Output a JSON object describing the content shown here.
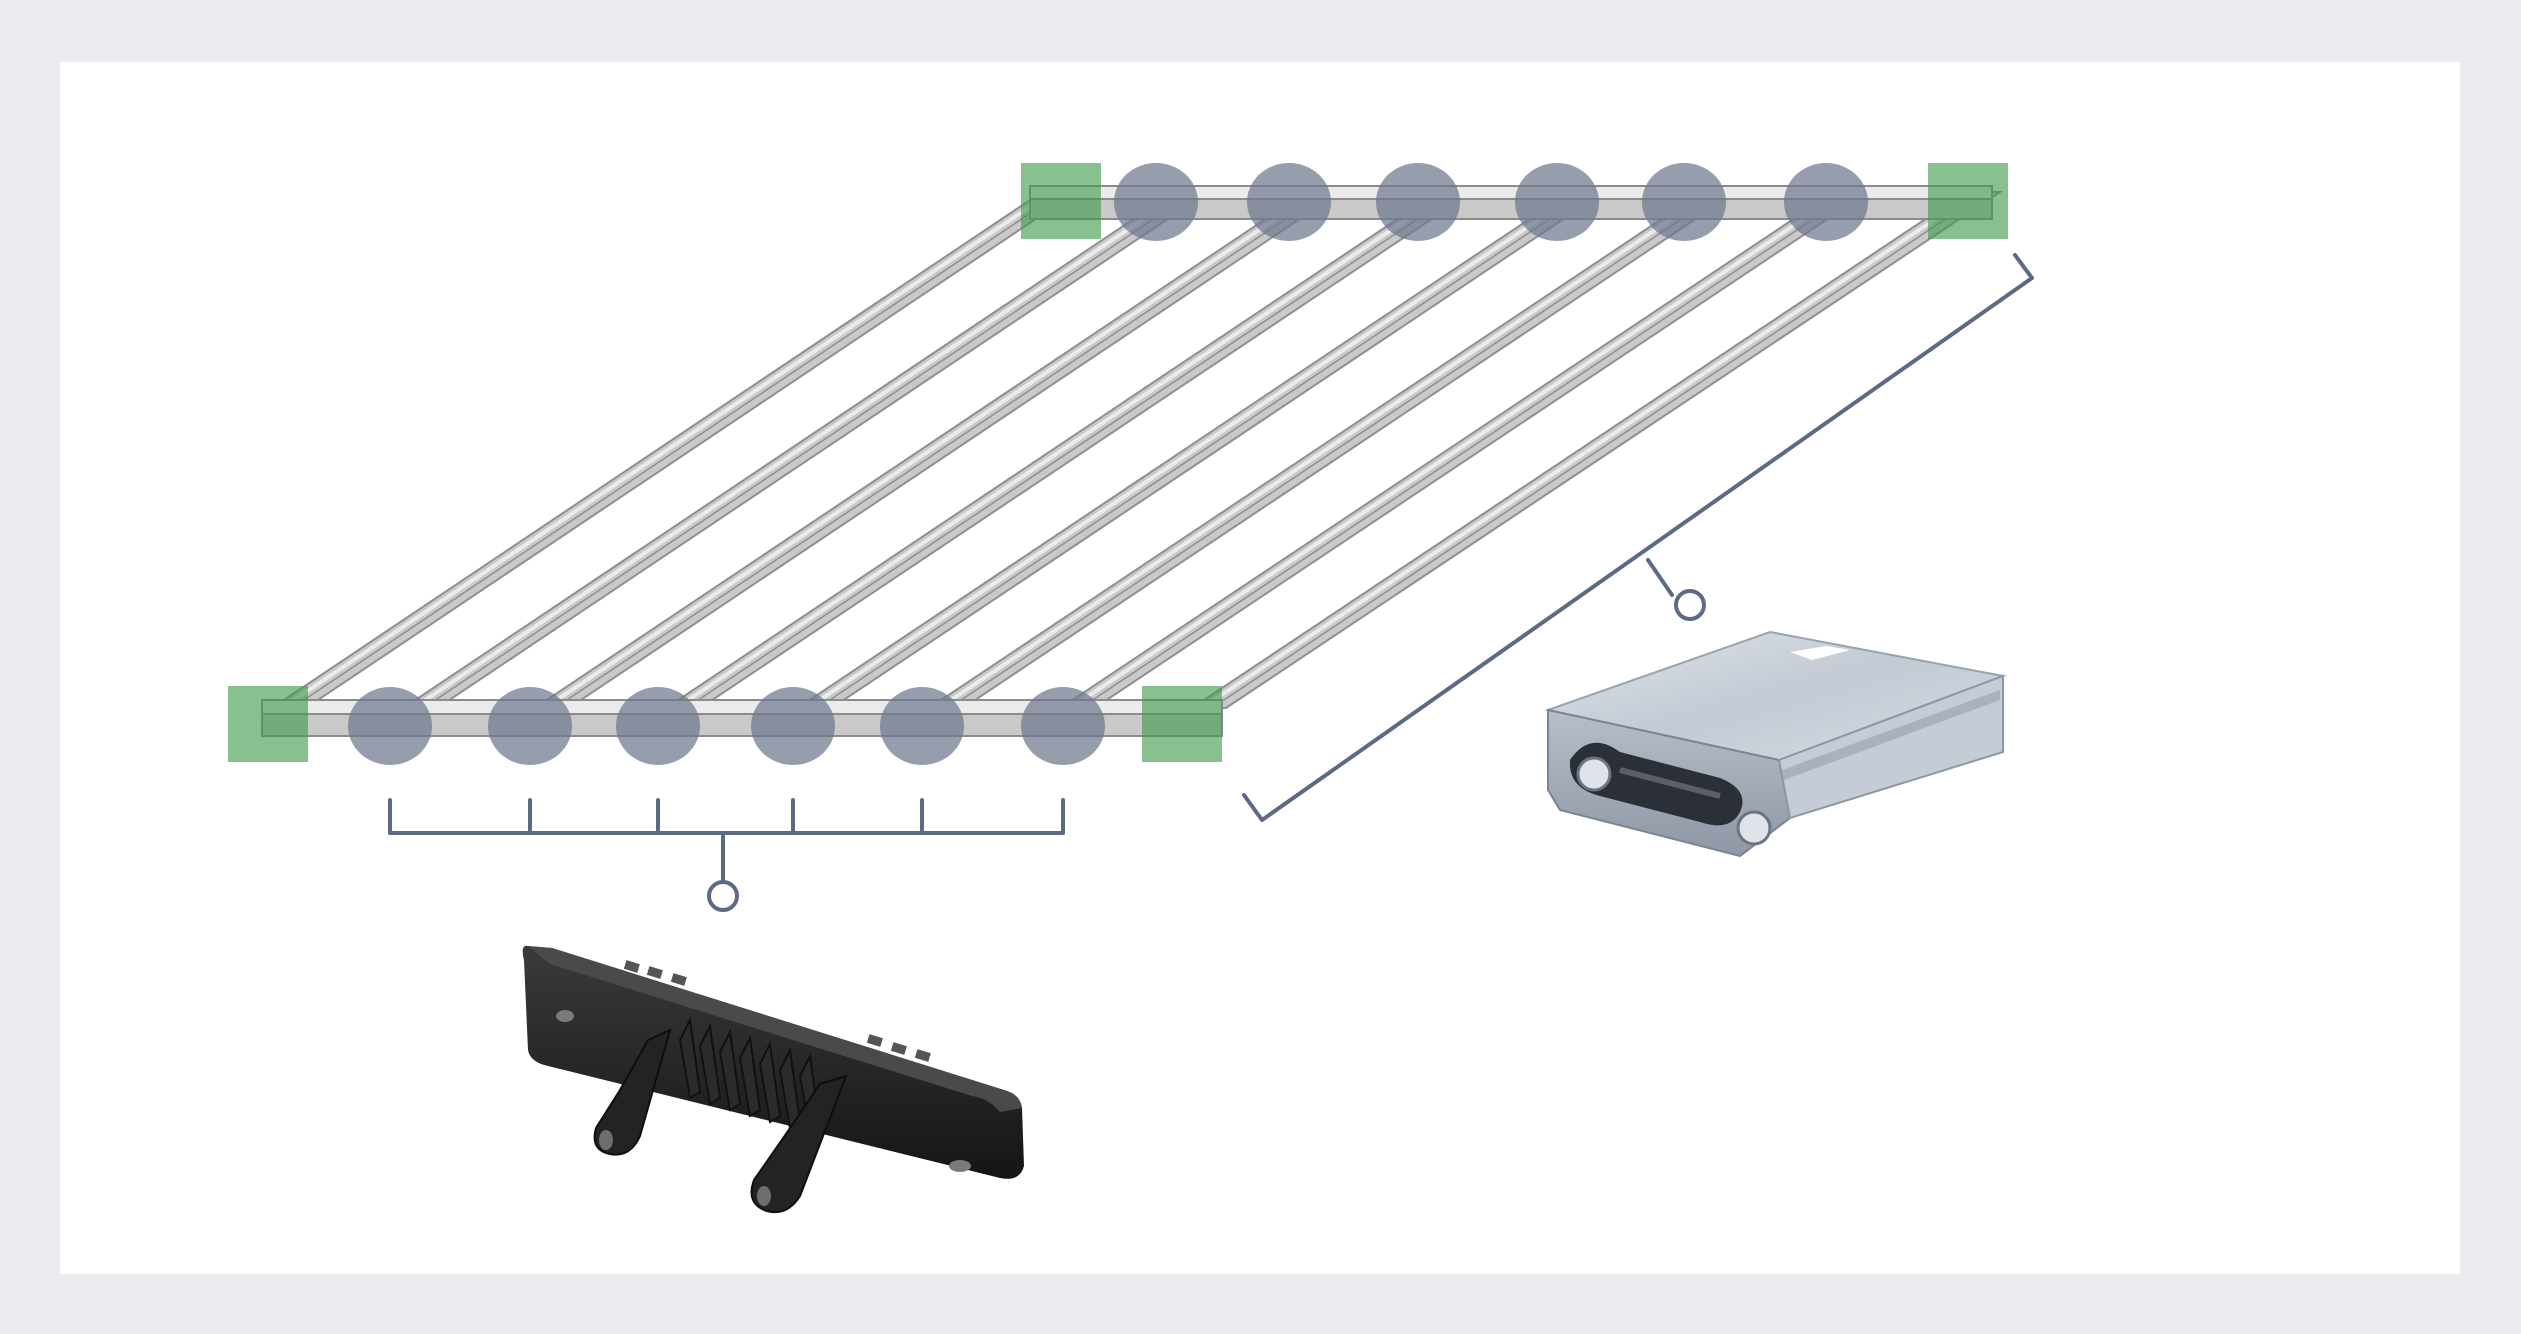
{
  "diagram": {
    "colors": {
      "outer_background": "#e9ebee",
      "panel_background": "#ffffff",
      "rail": "#c9c9c9",
      "rail_edge": "#8f8f8f",
      "rail_highlight": "#ebebeb",
      "connector_marker": "#6e778c",
      "corner_marker": "#3f9a4a",
      "bracket_line": "#5d6b82",
      "clip_part": "#1e1e1f",
      "profile_part": "#b9c2ce"
    },
    "frame": {
      "back_rail_connectors": 6,
      "front_rail_connectors": 6,
      "cross_rails": 8,
      "corner_markers": 4
    },
    "icons": {
      "connector": "connector-marker-icon",
      "corner": "corner-marker-icon",
      "clip": "connector-clip-icon",
      "profile": "aluminum-rail-profile-icon"
    }
  }
}
